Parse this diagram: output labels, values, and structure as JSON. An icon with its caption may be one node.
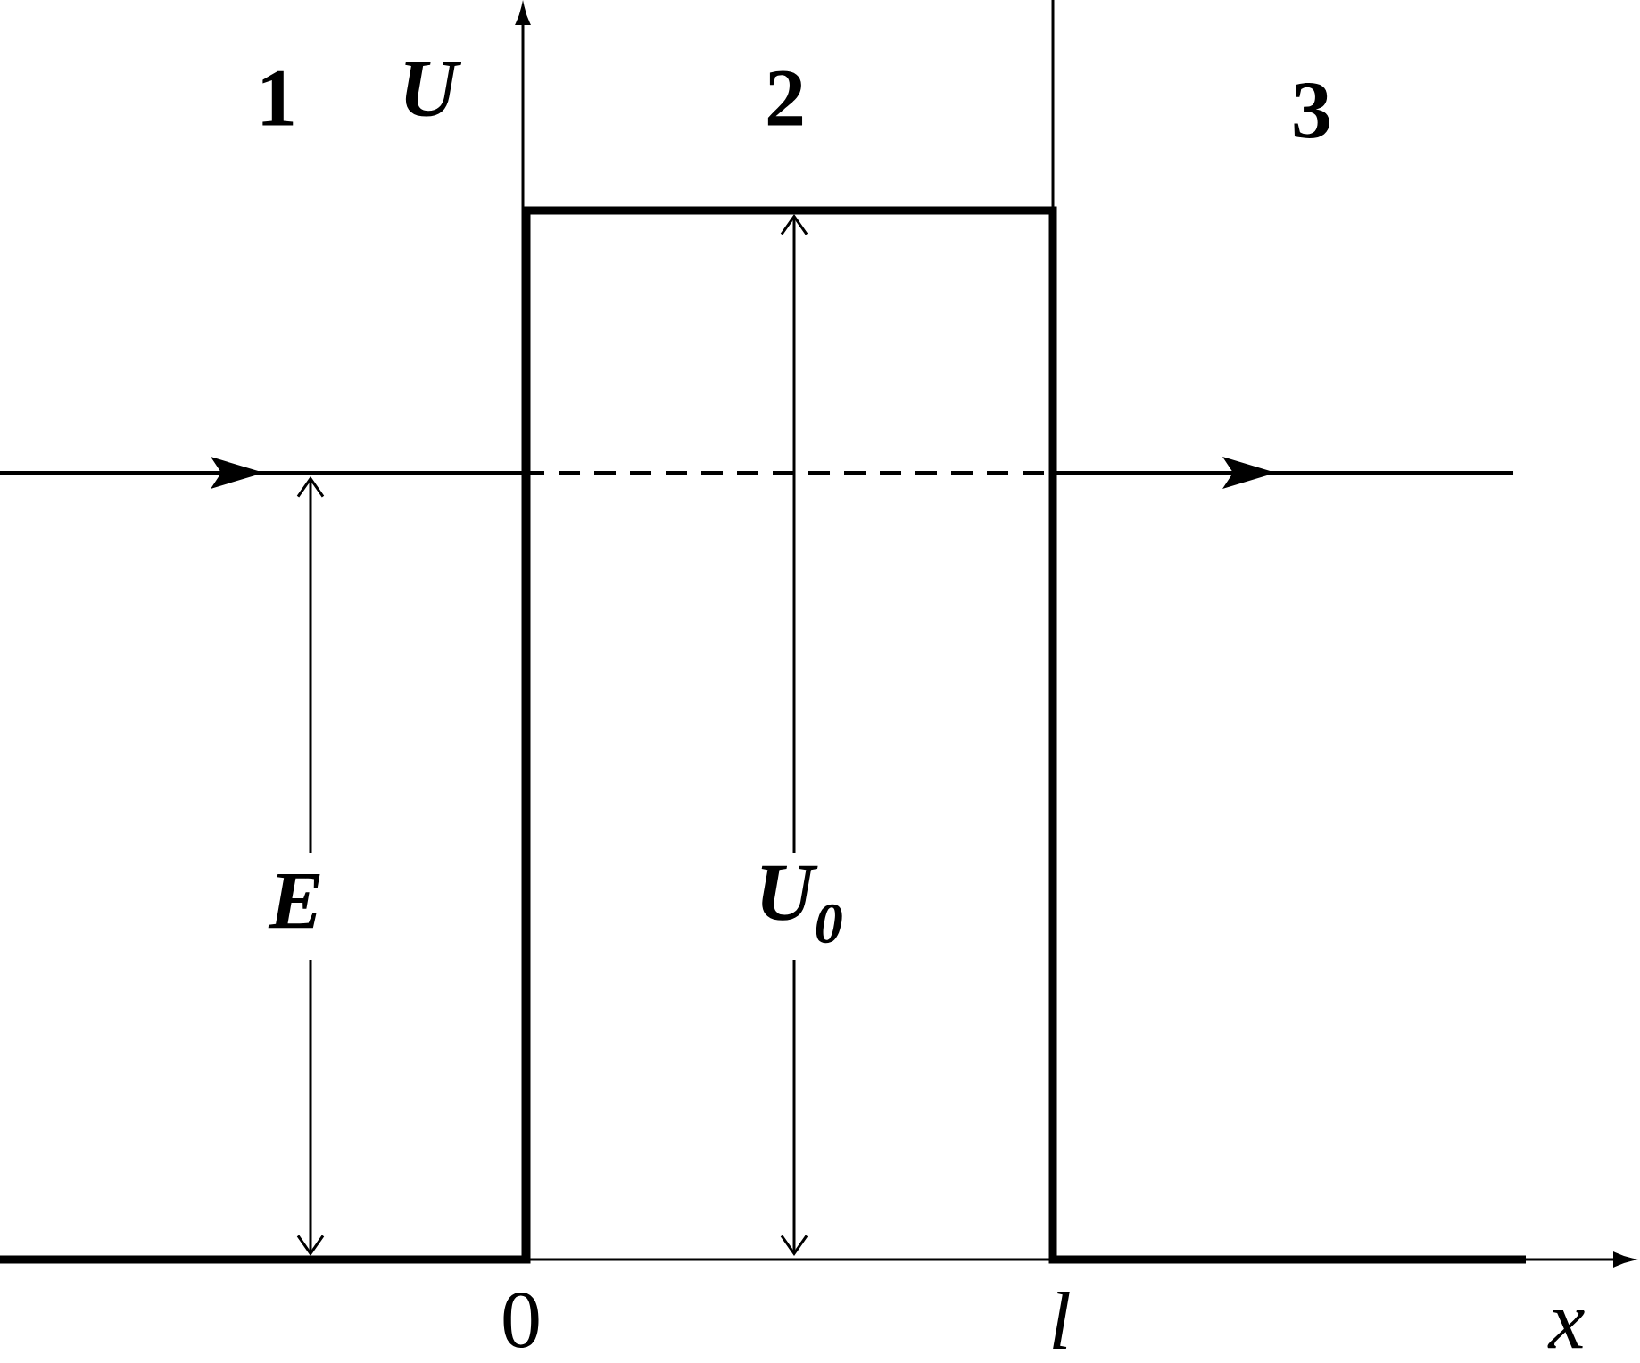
{
  "diagram": {
    "labels": [
      "1",
      "U",
      "2",
      "3",
      "E",
      "U$_{0}$",
      "0",
      "l",
      "x"
    ]
  }
}
